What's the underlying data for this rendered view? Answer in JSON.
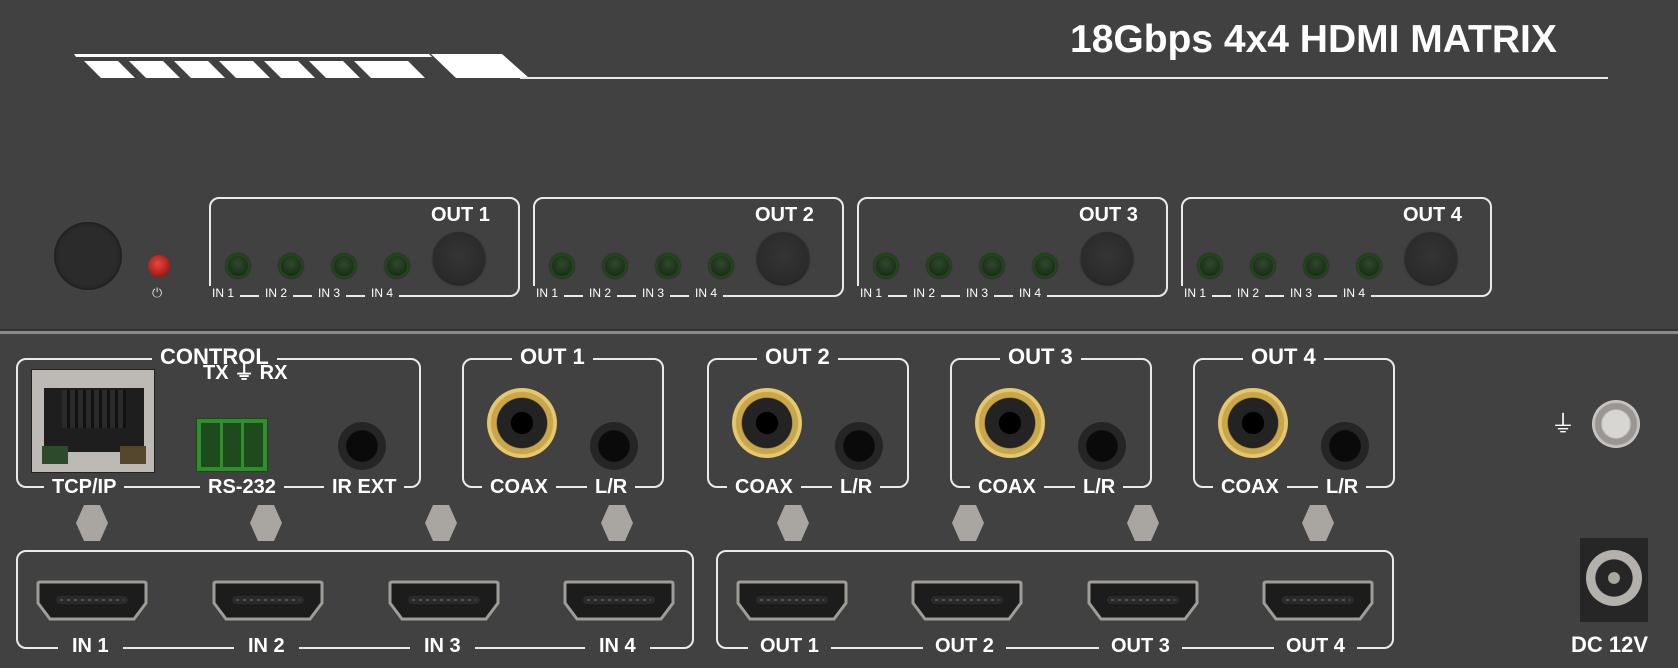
{
  "device": {
    "title": "18Gbps 4x4 HDMI MATRIX",
    "colors": {
      "body": "#414141",
      "text": "#ffffff",
      "led_off": "#1c2e1a",
      "power_led": "#c0201c",
      "gold": "#d4b55a",
      "rs232_green": "#2f8f2a"
    }
  },
  "front_panel": {
    "power_symbol": "⏻",
    "output_groups": [
      {
        "label": "OUT 1",
        "inputs": [
          "IN 1",
          "IN 2",
          "IN 3",
          "IN 4"
        ]
      },
      {
        "label": "OUT 2",
        "inputs": [
          "IN 1",
          "IN 2",
          "IN 3",
          "IN 4"
        ]
      },
      {
        "label": "OUT 3",
        "inputs": [
          "IN 1",
          "IN 2",
          "IN 3",
          "IN 4"
        ]
      },
      {
        "label": "OUT 4",
        "inputs": [
          "IN 1",
          "IN 2",
          "IN 3",
          "IN 4"
        ]
      }
    ]
  },
  "rear_panel": {
    "control": {
      "title": "CONTROL",
      "rs232_pins": "TX ⏚ RX",
      "ports": [
        "TCP/IP",
        "RS-232",
        "IR EXT"
      ]
    },
    "audio_outputs": [
      {
        "label": "OUT 1",
        "coax": "COAX",
        "lr": "L/R"
      },
      {
        "label": "OUT 2",
        "coax": "COAX",
        "lr": "L/R"
      },
      {
        "label": "OUT 3",
        "coax": "COAX",
        "lr": "L/R"
      },
      {
        "label": "OUT 4",
        "coax": "COAX",
        "lr": "L/R"
      }
    ],
    "hdmi_inputs": [
      "IN 1",
      "IN 2",
      "IN 3",
      "IN 4"
    ],
    "hdmi_outputs": [
      "OUT 1",
      "OUT 2",
      "OUT 3",
      "OUT 4"
    ],
    "ground_symbol": "⏚",
    "power_label": "DC 12V"
  }
}
